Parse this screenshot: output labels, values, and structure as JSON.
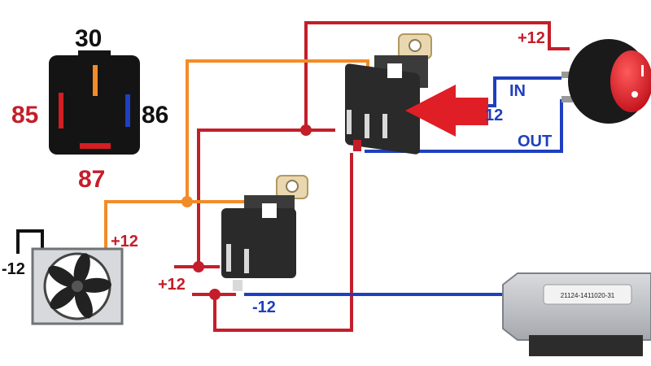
{
  "pinout": {
    "pin_30": "30",
    "pin_85": "85",
    "pin_86": "86",
    "pin_87": "87"
  },
  "labels": {
    "top_plus12": "+12",
    "switch_in": "IN",
    "switch_12": "12",
    "switch_out": "OUT",
    "fan_plus12": "+12",
    "fan_minus12": "-12",
    "relay2_plus12": "+12",
    "relay2_minus12": "-12",
    "ecu_part_number": "21124-1411020-31"
  },
  "colors": {
    "wire_red": "#c41e2a",
    "wire_orange": "#f28c28",
    "wire_blue": "#1f3fbf",
    "label_red": "#c41e2a",
    "label_blue": "#1f3fbf",
    "switch_body": "#1a1a1a",
    "switch_rocker": "#e8202a",
    "relay_body": "#2a2a2a",
    "ecu_body": "#b9bcc0"
  },
  "icons": {
    "relay": "relay-icon",
    "fan": "radiator-fan-icon",
    "switch": "rocker-switch-icon",
    "ecu": "ecu-module-icon",
    "arrow": "red-arrow-icon"
  }
}
